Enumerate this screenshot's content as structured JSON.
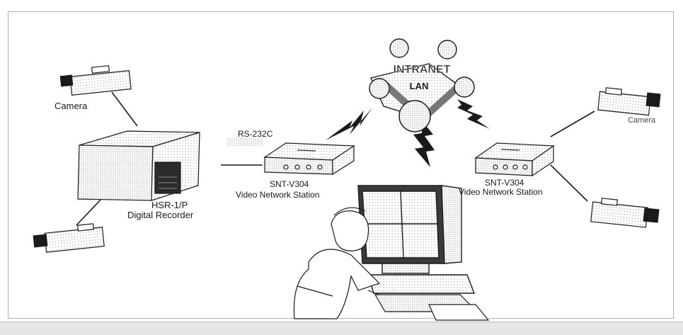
{
  "network": {
    "cloud_line1": "INTRANET",
    "cloud_line2": "LAN"
  },
  "labels": {
    "camera_left": "Camera",
    "camera_right": "Camera",
    "rs232": "RS-232C",
    "station_left_model": "SNT-V304",
    "station_left_desc": "Video Network Station",
    "station_right_model": "SNT-V304",
    "station_right_desc": "Video Network Station",
    "recorder_model": "HSR-1/P",
    "recorder_desc": "Digital Recorder"
  },
  "colors": {
    "ink": "#1a1a1a",
    "panel": "#2b2b2b",
    "frame": "#b0b0b0"
  }
}
